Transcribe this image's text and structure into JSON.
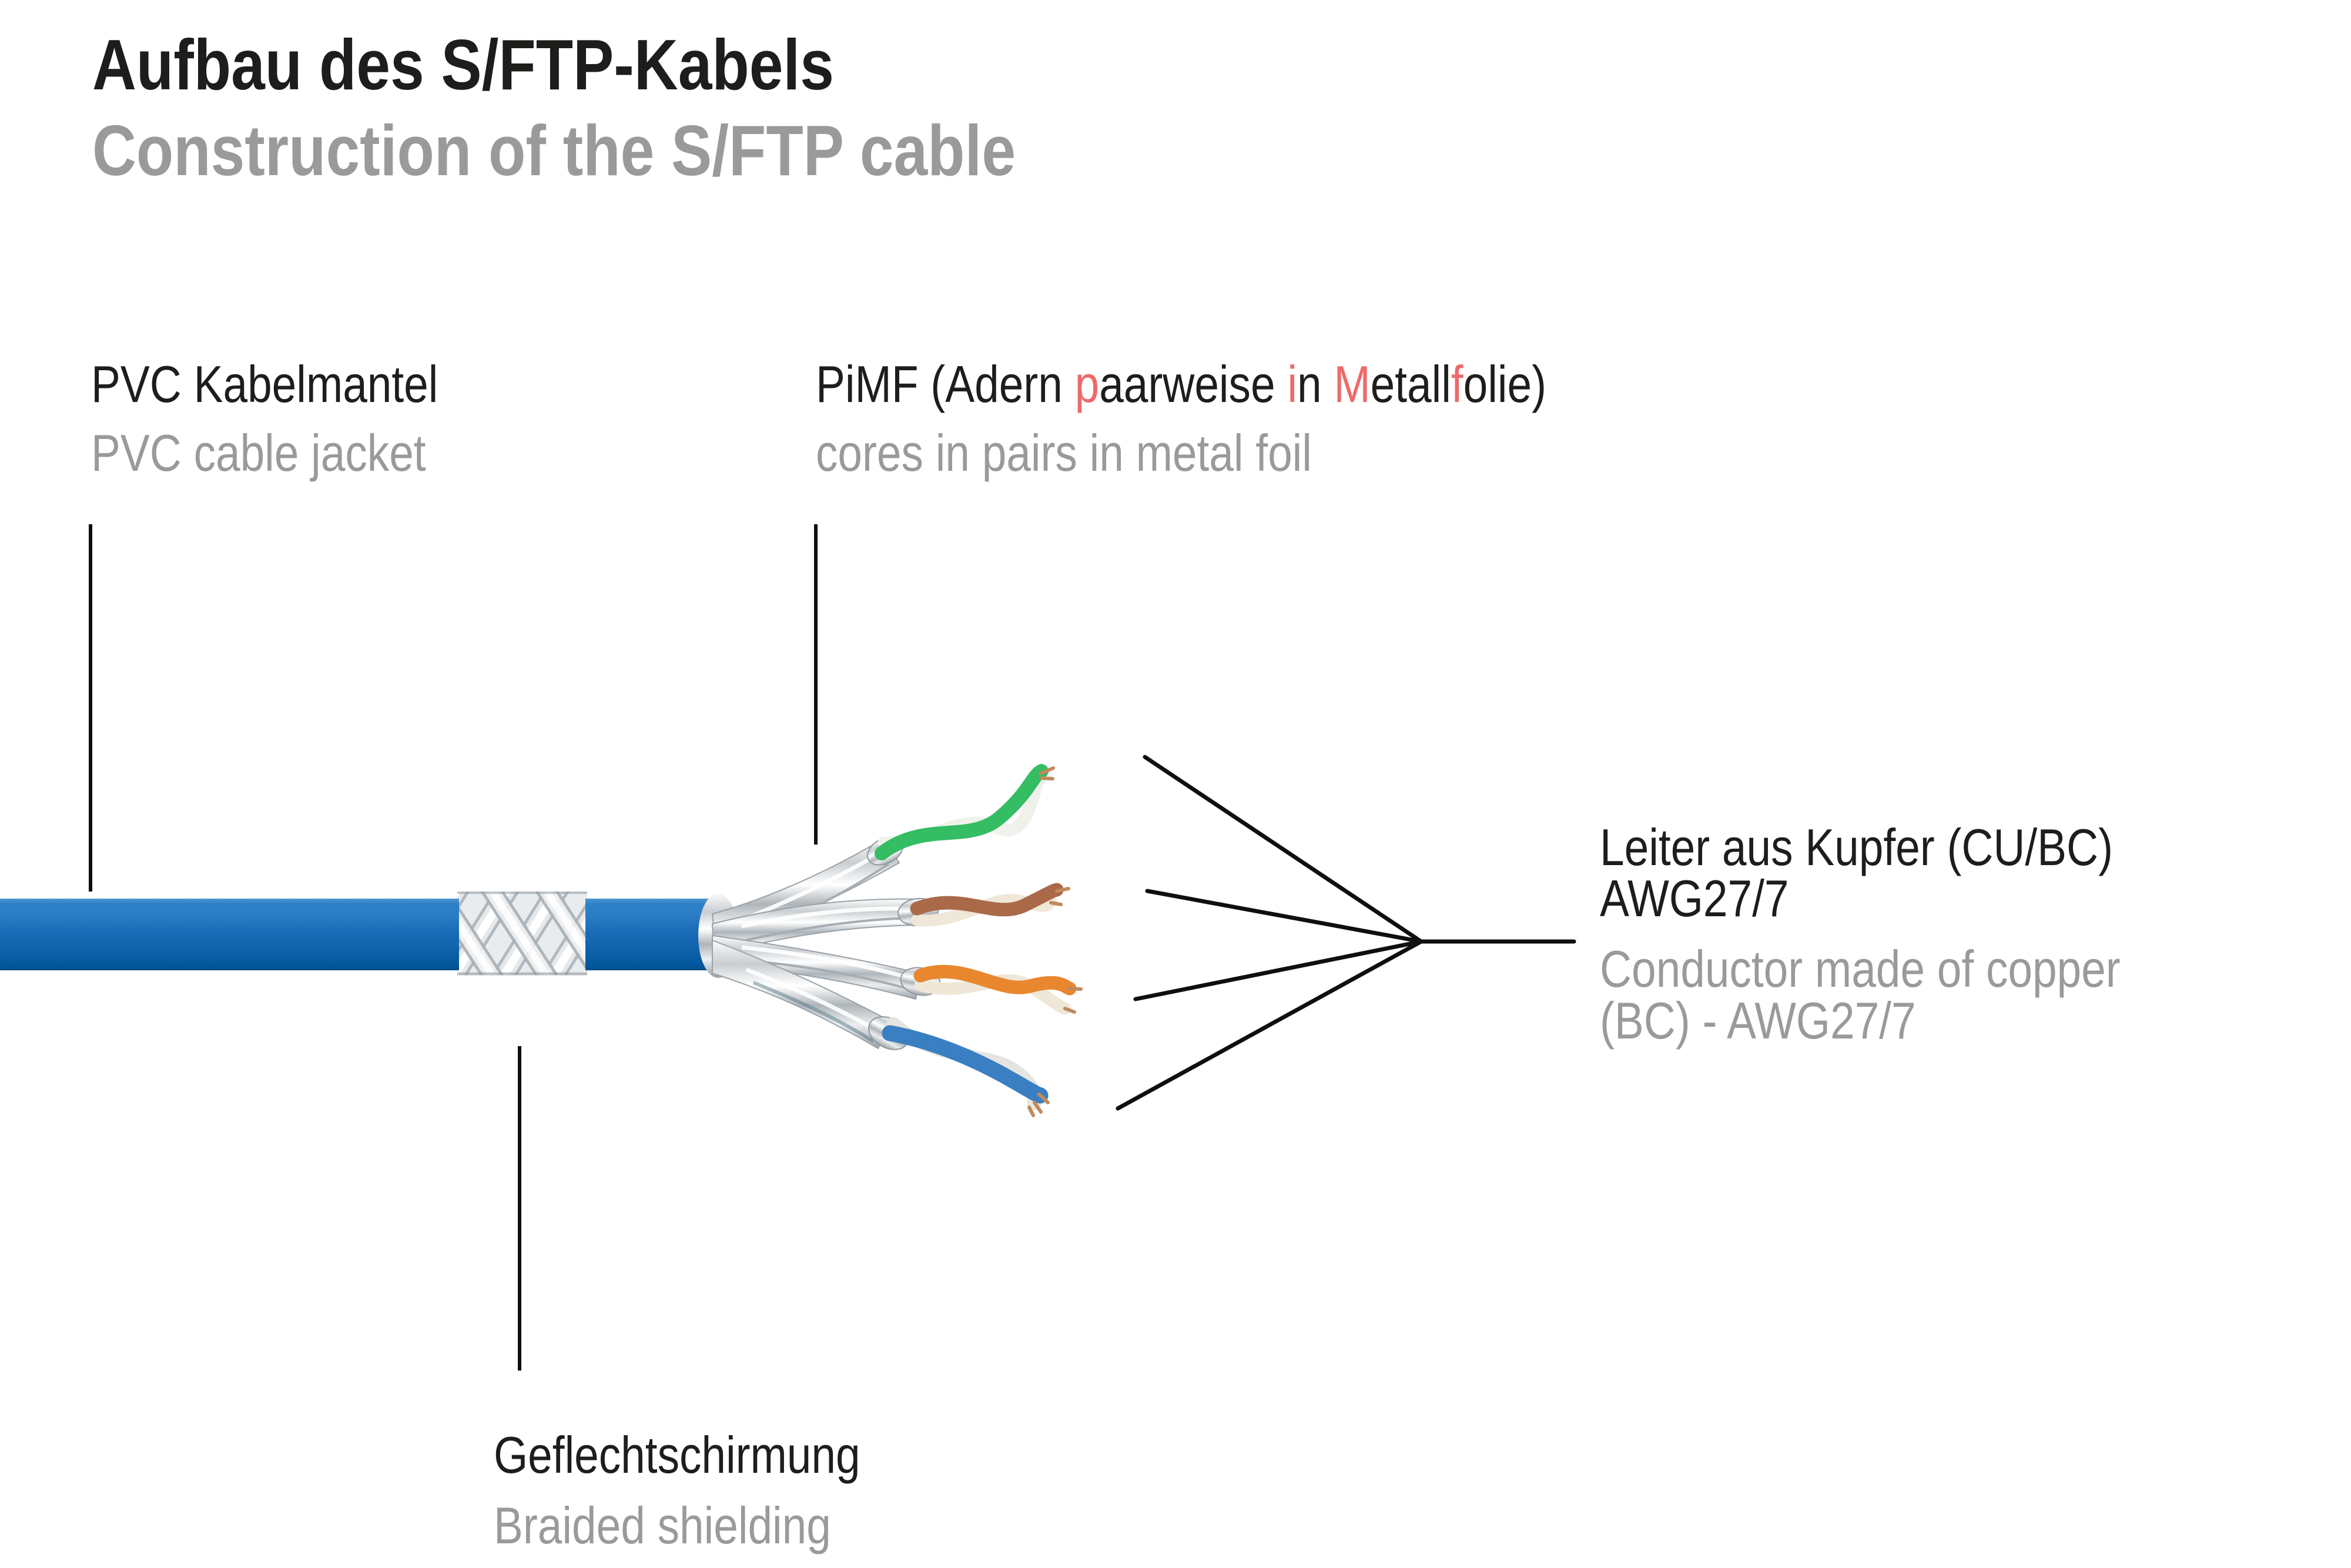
{
  "header": {
    "title_de": "Aufbau des S/FTP-Kabels",
    "title_en": "Construction of the S/FTP cable"
  },
  "labels": {
    "jacket": {
      "de": "PVC Kabelmantel",
      "en": "PVC cable jacket"
    },
    "pimf": {
      "de_segments": [
        {
          "t": "PiMF (Adern ",
          "red": false
        },
        {
          "t": "p",
          "red": true
        },
        {
          "t": "aarweise ",
          "red": false
        },
        {
          "t": "i",
          "red": true
        },
        {
          "t": "n ",
          "red": false
        },
        {
          "t": "M",
          "red": true
        },
        {
          "t": "etall",
          "red": false
        },
        {
          "t": "f",
          "red": true
        },
        {
          "t": "olie)",
          "red": false
        }
      ],
      "de_plain": "PiMF (Adern paarweise in Metallfolie)",
      "en": "cores in pairs in metal foil"
    },
    "conductor": {
      "de_line1": "Leiter aus Kupfer (CU/BC)",
      "de_line2": "AWG27/7",
      "en_line1": "Conductor made of copper",
      "en_line2": "(BC) - AWG27/7"
    },
    "braid": {
      "de": "Geflechtschirmung",
      "en": "Braided shielding"
    }
  },
  "colors": {
    "ink": "#1d1d1b",
    "muted": "#9a9a9a",
    "red": "#ed6a6b",
    "line_black": "#0f0f0f",
    "jacket_blue": "#1a6cb6",
    "foil_silver": "#d7dadd",
    "pair_green": "#34bd62",
    "pair_brown": "#aa6a4a",
    "pair_orange": "#e8872e",
    "pair_blue": "#3a7fc2",
    "white_strand": "#f1f1ec",
    "cream_strand": "#efe7d8",
    "gray_strand": "#e4e5e0",
    "copper": "#c08a5c"
  }
}
